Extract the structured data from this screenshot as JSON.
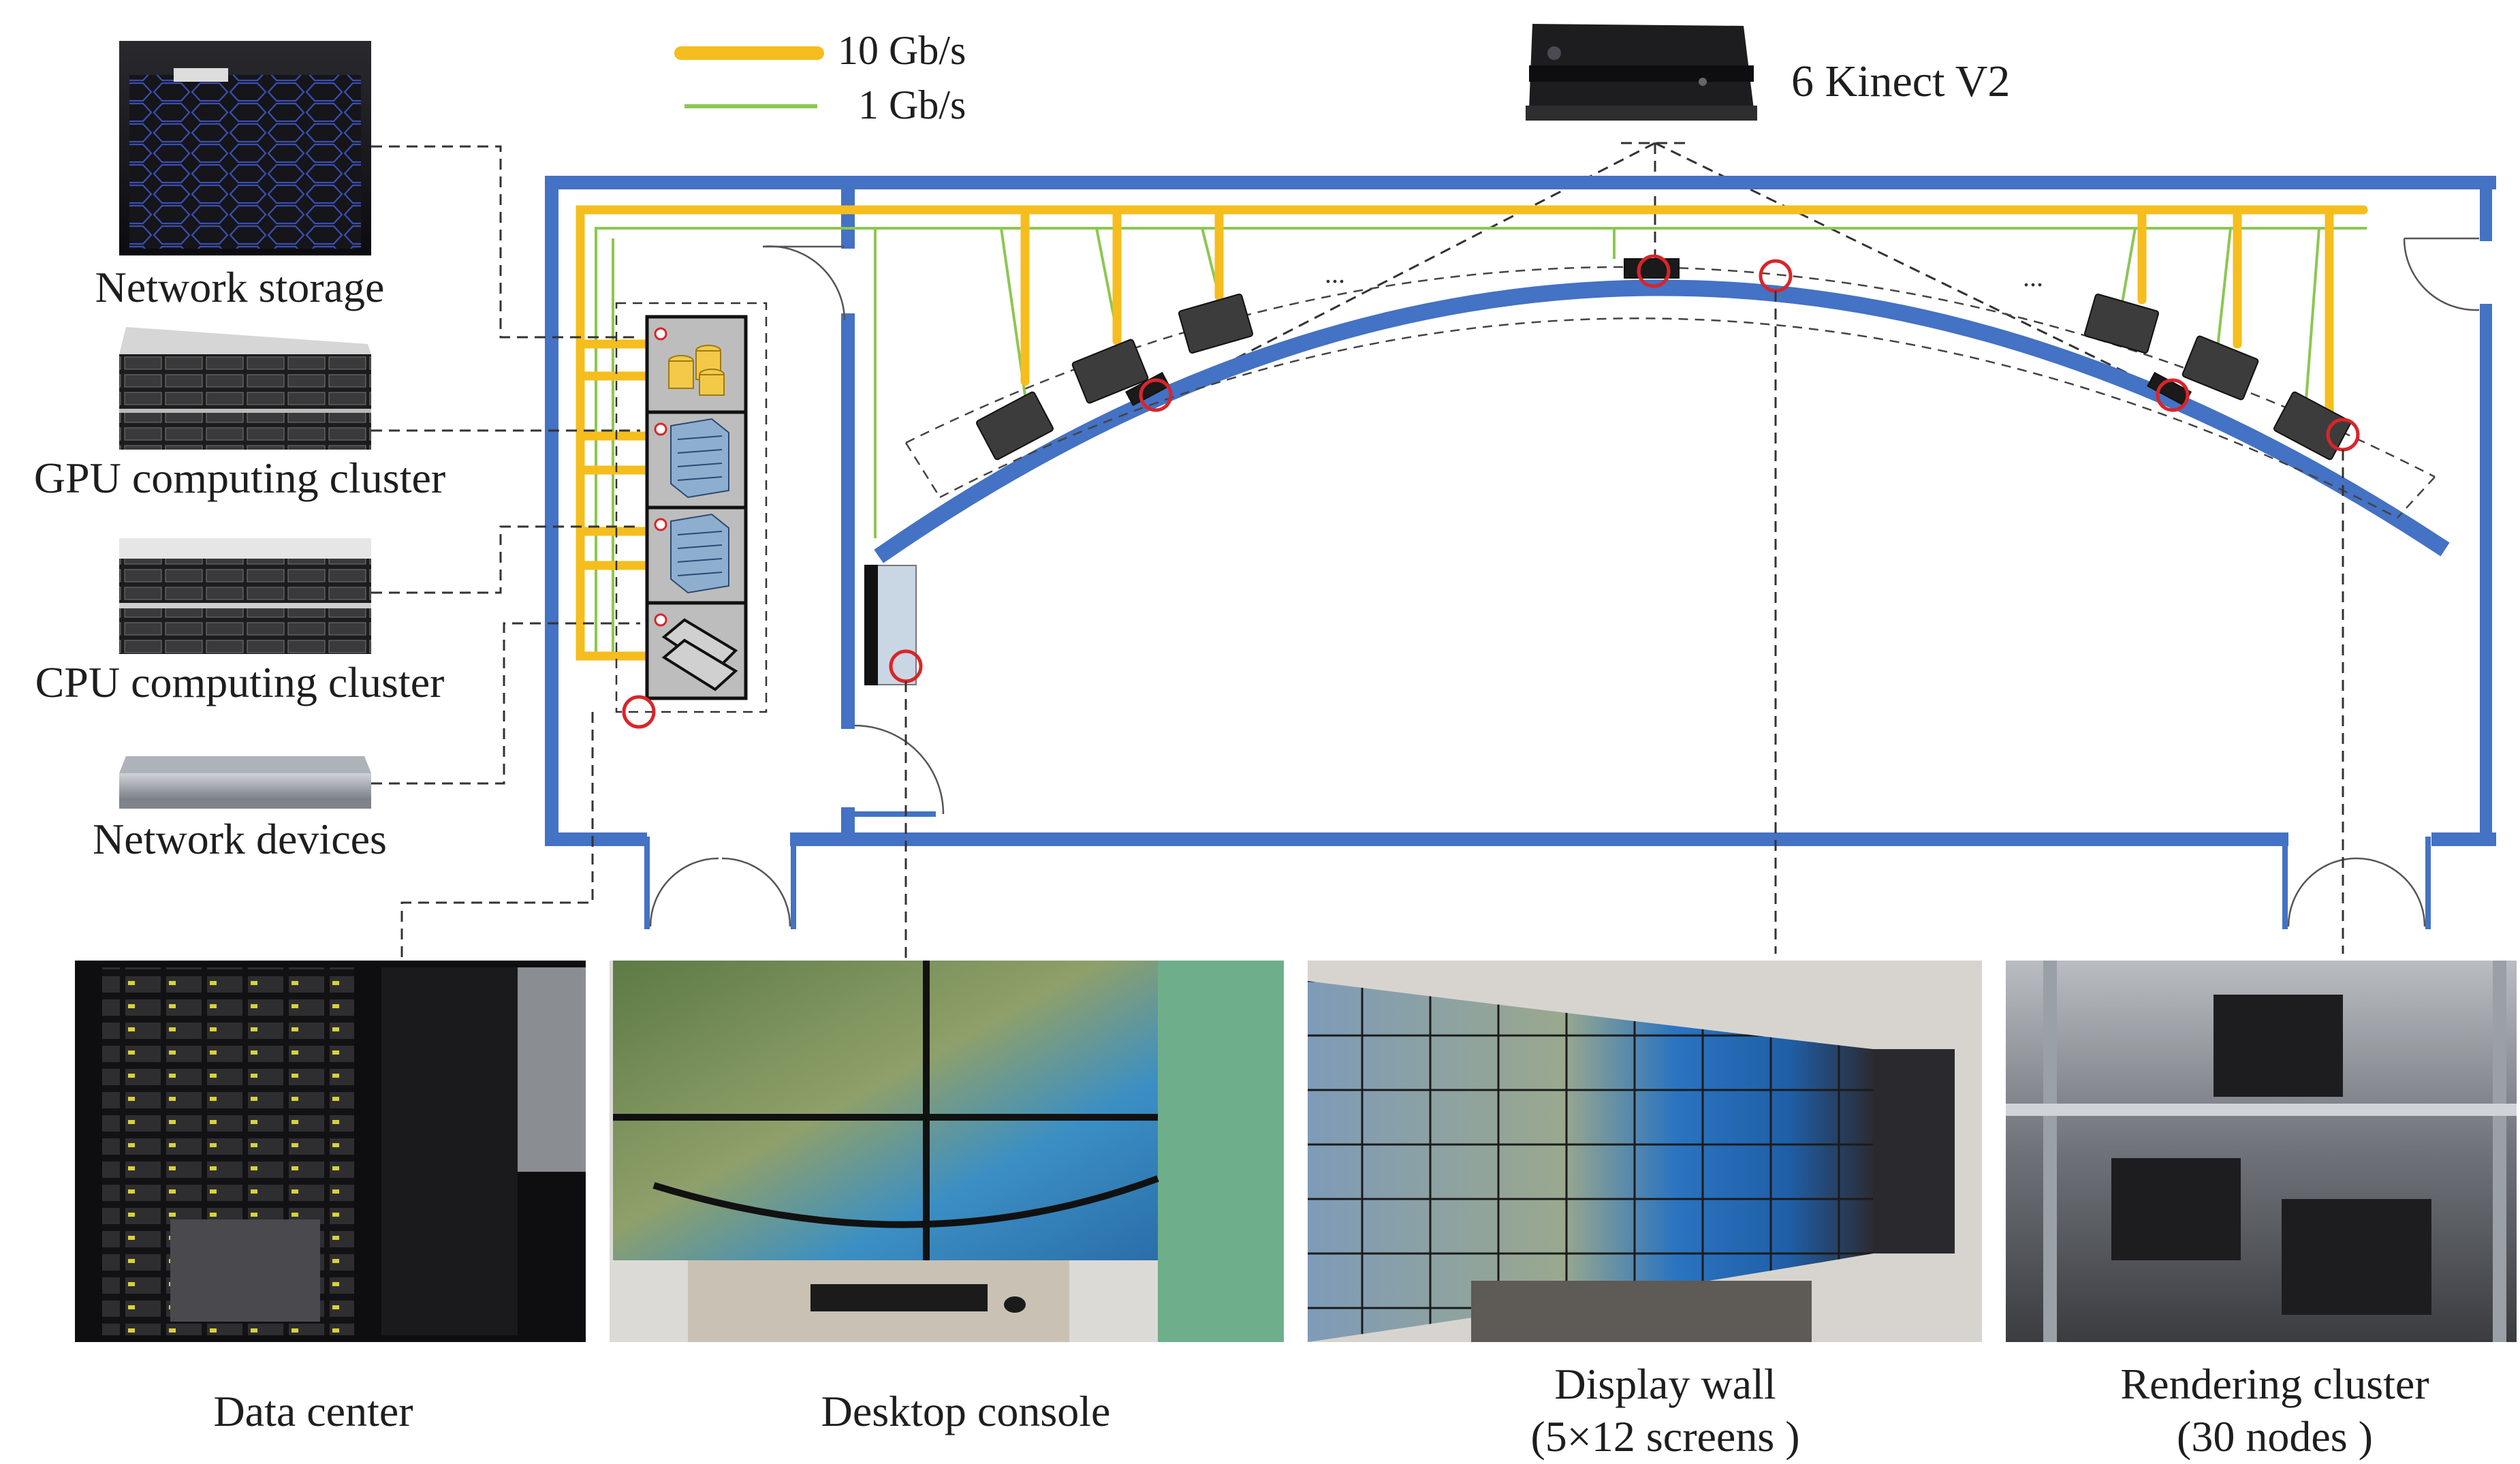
{
  "legend": {
    "items": [
      {
        "label": "10 Gb/s",
        "color": "#f5be1e"
      },
      {
        "label": "1 Gb/s",
        "color": "#8cc751"
      }
    ]
  },
  "kinect": {
    "label": "6 Kinect V2"
  },
  "equipment": {
    "network_storage": "Network storage",
    "gpu_cluster": "GPU computing cluster",
    "cpu_cluster": "CPU computing cluster",
    "network_devices": "Network devices"
  },
  "photos": {
    "data_center": {
      "line1": "Data center",
      "line2": ""
    },
    "desktop_console": {
      "line1": "Desktop console",
      "line2": ""
    },
    "display_wall": {
      "line1": "Display wall",
      "line2": "(5×12 screens )"
    },
    "rendering_cluster": {
      "line1": "Rendering cluster",
      "line2": "(30 nodes )"
    }
  },
  "floorplan": {
    "ellipsis_left": "...",
    "ellipsis_right": "..."
  },
  "colors": {
    "wall": "#4472c4",
    "link_10g": "#f5be1e",
    "link_1g": "#8cc751",
    "marker": "#d9252a",
    "device": "#3c3c3c"
  }
}
